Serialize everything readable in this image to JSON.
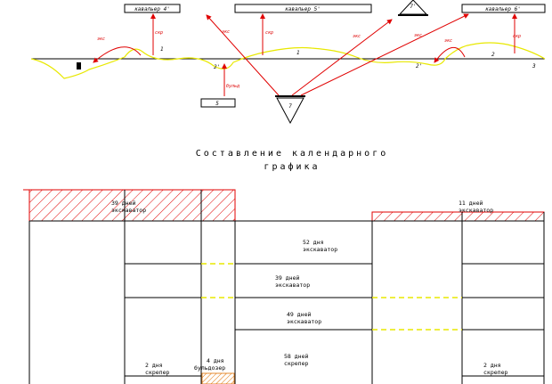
{
  "colors": {
    "cut": "#e00000",
    "terrain": "#e8e800",
    "ink": "#000000"
  },
  "scheme": {
    "cavaliers": [
      "кавальер 4'",
      "кавальер 5'",
      "кавальер 6'"
    ],
    "reserves": [
      "5",
      "7",
      "7'"
    ],
    "sections": [
      "1",
      "1",
      "2",
      "2'",
      "2'",
      "3"
    ],
    "arrow_labels": {
      "exc": "экс",
      "scr": "скр",
      "bull": "бульд"
    }
  },
  "title": {
    "line1": "Составление календарного",
    "line2": "графика"
  },
  "schedule": {
    "bars": [
      {
        "days": "39 дней",
        "machine": "экскаватор"
      },
      {
        "days": "11 дней",
        "machine": "экскаватор"
      },
      {
        "days": "52 дня",
        "machine": "экскаватор"
      },
      {
        "days": "39 дней",
        "machine": "экскаватор"
      },
      {
        "days": "49 дней",
        "machine": "экскаватор"
      },
      {
        "days": "58 дней",
        "machine": "скрепер"
      },
      {
        "days": "2 дня",
        "machine": "скрепер"
      },
      {
        "days": "4 дня",
        "machine": "бульдозер"
      },
      {
        "days": "2 дня",
        "machine": "скрепер"
      }
    ]
  }
}
